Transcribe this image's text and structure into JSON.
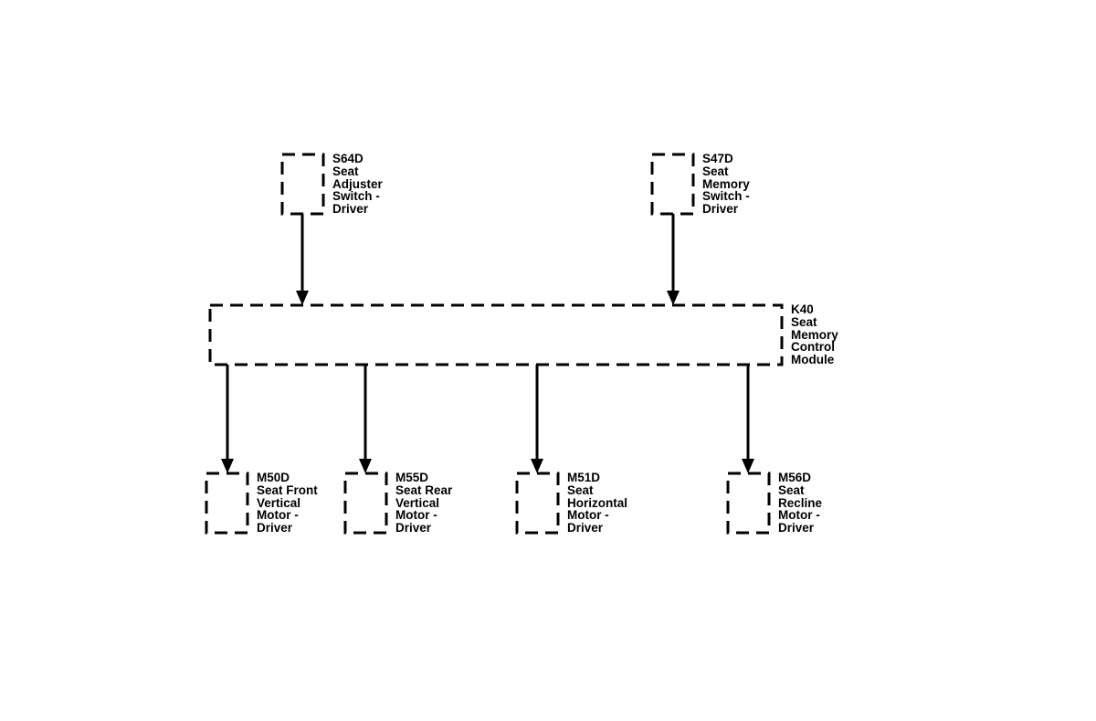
{
  "components": [
    {
      "id": "s64d",
      "lines": [
        "S64D",
        "Seat",
        "Adjuster",
        "Switch -",
        "Driver"
      ]
    },
    {
      "id": "s47d",
      "lines": [
        "S47D",
        "Seat",
        "Memory",
        "Switch -",
        "Driver"
      ]
    },
    {
      "id": "k40",
      "lines": [
        "K40",
        "Seat",
        "Memory",
        "Control",
        "Module"
      ]
    },
    {
      "id": "m50d",
      "lines": [
        "M50D",
        "Seat Front",
        "Vertical",
        "Motor -",
        "Driver"
      ]
    },
    {
      "id": "m55d",
      "lines": [
        "M55D",
        "Seat Rear",
        "Vertical",
        "Motor -",
        "Driver"
      ]
    },
    {
      "id": "m51d",
      "lines": [
        "M51D",
        "Seat",
        "Horizontal",
        "Motor -",
        "Driver"
      ]
    },
    {
      "id": "m56d",
      "lines": [
        "M56D",
        "Seat",
        "Recline",
        "Motor -",
        "Driver"
      ]
    }
  ],
  "connections": [
    {
      "from": "s64d",
      "to": "k40"
    },
    {
      "from": "s47d",
      "to": "k40"
    },
    {
      "from": "k40",
      "to": "m50d"
    },
    {
      "from": "k40",
      "to": "m55d"
    },
    {
      "from": "k40",
      "to": "m51d"
    },
    {
      "from": "k40",
      "to": "m56d"
    }
  ]
}
